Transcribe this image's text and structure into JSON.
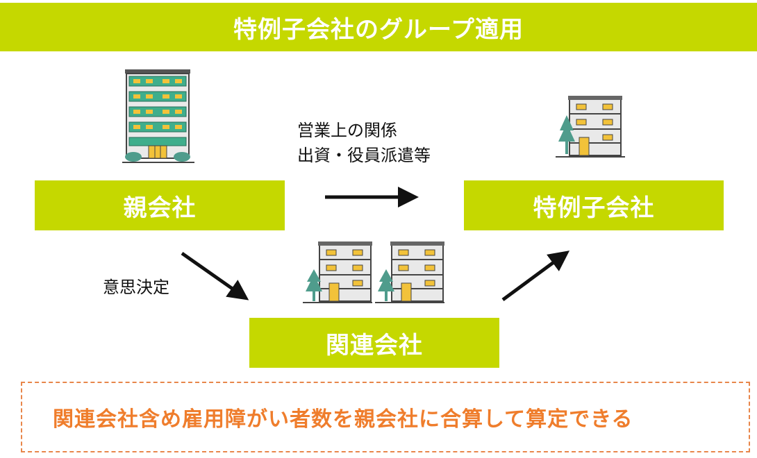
{
  "title": "特例子会社のグループ適用",
  "nodes": {
    "parent": "親会社",
    "special_subsidiary": "特例子会社",
    "affiliate": "関連会社"
  },
  "labels": {
    "business_line1": "営業上の関係",
    "business_line2": "出資・役員派遣等",
    "decision": "意思決定"
  },
  "note": "関連会社含め雇用障がい者数を親会社に合算して算定できる",
  "colors": {
    "accent": "#c5d800",
    "note_text": "#ef7d2c",
    "note_border": "#e8864a",
    "building_body": "#e9e9e9",
    "building_accent": "#f2c23a",
    "tall_building_glass": "#3fae8c",
    "tree": "#4f9c8c"
  },
  "icons": [
    "tall-building-icon",
    "apartment-icon"
  ]
}
